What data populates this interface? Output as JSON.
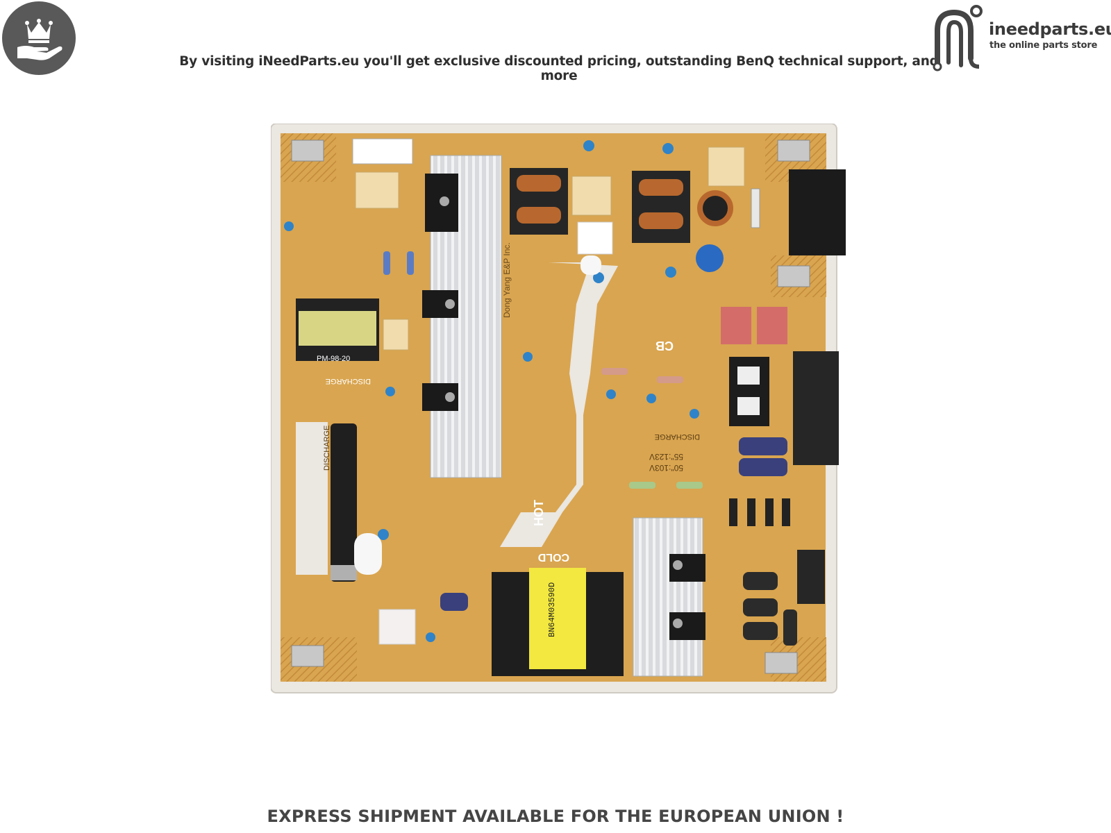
{
  "header": {
    "tagline": "By visiting iNeedParts.eu you'll get exclusive discounted pricing, outstanding BenQ technical support, and more",
    "crown_icon": "crown-in-hand-icon",
    "badge_color": "#595959"
  },
  "brand": {
    "name": "ineedparts.eu",
    "subtitle": "the online parts store",
    "logo_icon": "circuit-n-logo-icon"
  },
  "board": {
    "silkscreen": {
      "vendor": "Dong Yang E&P Inc.",
      "discharge": "DISCHARGE",
      "hot": "HOT",
      "cold": "COLD",
      "cb": "CB",
      "v55": "55\":123V",
      "v50": "50\":103V",
      "transformer_small": "PM-98-20",
      "transformer_big": "BN64M03590D"
    },
    "pcb_color": "#d9a550",
    "heatsink_color": "#e2e4e6"
  },
  "footer": {
    "text": "EXPRESS SHIPMENT AVAILABLE FOR THE EUROPEAN UNION !"
  }
}
